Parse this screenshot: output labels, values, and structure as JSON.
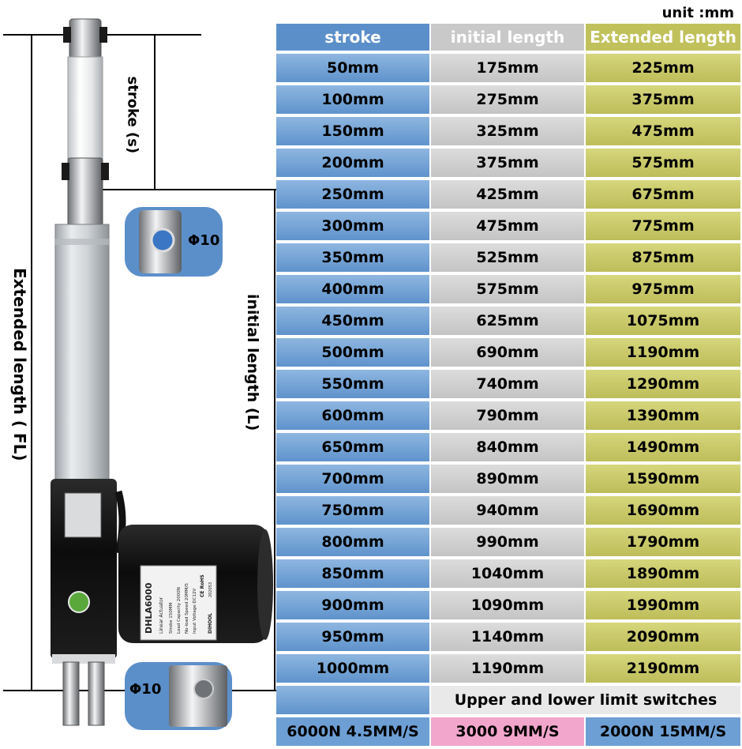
{
  "unit_label": "unit :mm",
  "dimension_labels": {
    "stroke": "stroke (s)",
    "initial": "initial length (L)",
    "extended": "Extended length ( FL)",
    "hole_top": "Φ10",
    "hole_bottom": "Φ10"
  },
  "label_plate": {
    "brand": "DHLA6000",
    "maker": "DIHOOL",
    "title": "Linear Actuator",
    "lines": [
      "Stroke   150MM",
      "Load Capacity  2000N",
      "No-load Speed  20MM/S",
      "Input Voltage  DC12V"
    ],
    "marks": "CE RoHS",
    "date": "202053"
  },
  "table": {
    "headers": {
      "stroke": "stroke",
      "initial": "initial length",
      "extended": "Extended length"
    },
    "rows": [
      {
        "stroke": "50mm",
        "initial": "175mm",
        "extended": "225mm"
      },
      {
        "stroke": "100mm",
        "initial": "275mm",
        "extended": "375mm"
      },
      {
        "stroke": "150mm",
        "initial": "325mm",
        "extended": "475mm"
      },
      {
        "stroke": "200mm",
        "initial": "375mm",
        "extended": "575mm"
      },
      {
        "stroke": "250mm",
        "initial": "425mm",
        "extended": "675mm"
      },
      {
        "stroke": "300mm",
        "initial": "475mm",
        "extended": "775mm"
      },
      {
        "stroke": "350mm",
        "initial": "525mm",
        "extended": "875mm"
      },
      {
        "stroke": "400mm",
        "initial": "575mm",
        "extended": "975mm"
      },
      {
        "stroke": "450mm",
        "initial": "625mm",
        "extended": "1075mm"
      },
      {
        "stroke": "500mm",
        "initial": "690mm",
        "extended": "1190mm"
      },
      {
        "stroke": "550mm",
        "initial": "740mm",
        "extended": "1290mm"
      },
      {
        "stroke": "600mm",
        "initial": "790mm",
        "extended": "1390mm"
      },
      {
        "stroke": "650mm",
        "initial": "840mm",
        "extended": "1490mm"
      },
      {
        "stroke": "700mm",
        "initial": "890mm",
        "extended": "1590mm"
      },
      {
        "stroke": "750mm",
        "initial": "940mm",
        "extended": "1690mm"
      },
      {
        "stroke": "800mm",
        "initial": "990mm",
        "extended": "1790mm"
      },
      {
        "stroke": "850mm",
        "initial": "1040mm",
        "extended": "1890mm"
      },
      {
        "stroke": "900mm",
        "initial": "1090mm",
        "extended": "1990mm"
      },
      {
        "stroke": "950mm",
        "initial": "1140mm",
        "extended": "2090mm"
      },
      {
        "stroke": "1000mm",
        "initial": "1190mm",
        "extended": "2190mm"
      }
    ],
    "limit_switch_note": "Upper and lower limit switches",
    "speed_options": [
      "6000N 4.5MM/S",
      "3000 9MM/S",
      "2000N 15MM/S"
    ]
  },
  "colors": {
    "stroke_col": "#6d9fd4",
    "initial_col": "#cfcfcf",
    "extended_col": "#c9c96a",
    "limit_text": "#e0121b",
    "speed_mid": "#f3a6cc"
  }
}
